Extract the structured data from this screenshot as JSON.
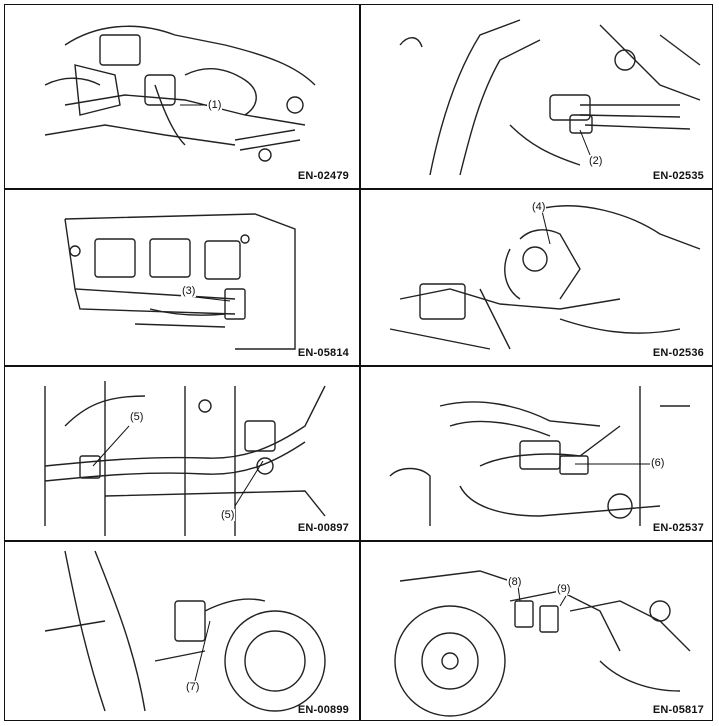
{
  "panels": [
    {
      "code": "EN-02479",
      "callouts": [
        "(1)"
      ]
    },
    {
      "code": "EN-02535",
      "callouts": [
        "(2)"
      ]
    },
    {
      "code": "EN-05814",
      "callouts": [
        "(3)"
      ]
    },
    {
      "code": "EN-02536",
      "callouts": [
        "(4)"
      ]
    },
    {
      "code": "EN-00897",
      "callouts": [
        "(5)",
        "(5)"
      ]
    },
    {
      "code": "EN-02537",
      "callouts": [
        "(6)"
      ]
    },
    {
      "code": "EN-00899",
      "callouts": [
        "(7)"
      ]
    },
    {
      "code": "EN-05817",
      "callouts": [
        "(8)",
        "(9)"
      ]
    }
  ]
}
